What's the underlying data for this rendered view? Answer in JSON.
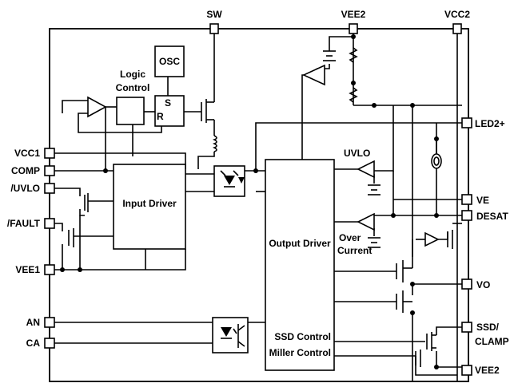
{
  "pins": {
    "sw": "SW",
    "vee2_top": "VEE2",
    "vcc2": "VCC2",
    "vcc1": "VCC1",
    "comp": "COMP",
    "uvlo_in": "/UVLO",
    "fault": "/FAULT",
    "vee1": "VEE1",
    "an": "AN",
    "ca": "CA",
    "led2": "LED2+",
    "ve": "VE",
    "desat": "DESAT",
    "vo": "VO",
    "ssd_clamp_1": "SSD/",
    "ssd_clamp_2": "CLAMP",
    "vee2_bottom": "VEE2"
  },
  "blocks": {
    "osc": "OSC",
    "logic_control_1": "Logic",
    "logic_control_2": "Control",
    "latch_s": "S",
    "latch_r": "R",
    "input_driver": "Input Driver",
    "output_driver": "Output Driver",
    "ssd_control": "SSD Control",
    "miller_control": "Miller Control",
    "uvlo": "UVLO",
    "over_current_1": "Over",
    "over_current_2": "Current"
  }
}
